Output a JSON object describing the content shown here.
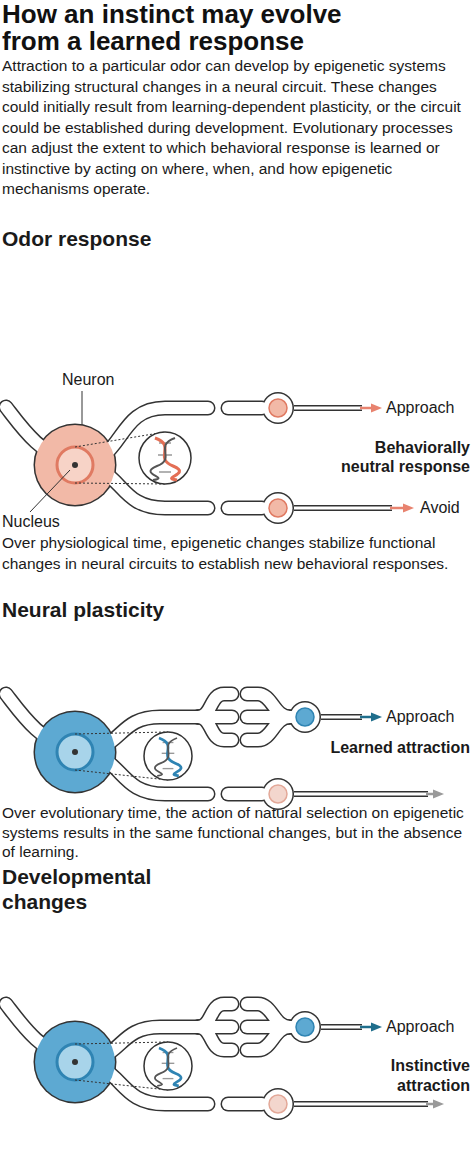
{
  "diagram": {
    "title": "How an instinct may evolve from a learned response",
    "labels": [
      "Attraction to a particular odor can develop by epigenetic systems stabilizing structural changes in a neural circuit. These changes could initially result from learning-dependent plasticity, or the circuit could be established during development. Evolutionary processes can adjust the extent to which behavioral response is learned or instinctive by acting on where, when, and how epigenetic mechanisms operate.",
      "Odor response",
      "Neuron",
      "Approach",
      "Behaviorally neutral response",
      "Avoid",
      "Nucleus",
      "Over physiological time, epigenetic changes stabilize functional changes in neural circuits to establish new behavioral responses.",
      "Neural plasticity",
      "Approach",
      "Learned attraction",
      "Over evolutionary time, the action of natural selection on epigenetic systems results in the same functional changes, but in the absence of learning.",
      "Developmental changes",
      "Approach",
      "Instinctive attraction"
    ]
  }
}
